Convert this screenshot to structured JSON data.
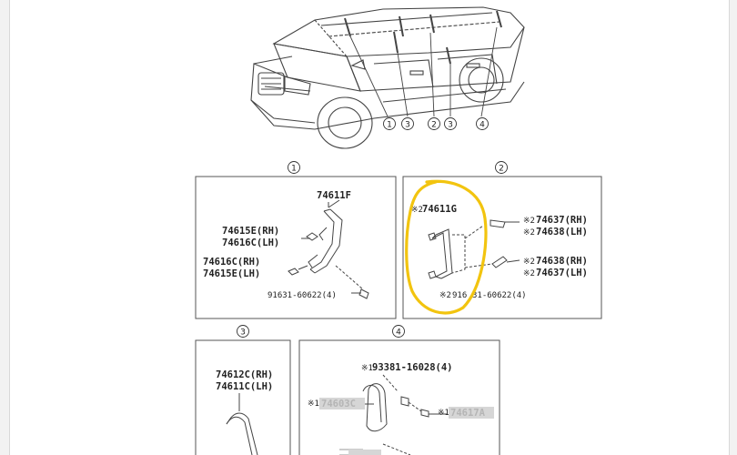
{
  "callouts": {
    "c1": "1",
    "c2": "2",
    "c3": "3",
    "c4": "4"
  },
  "panel1": {
    "p_74611F": "74611F",
    "p_74615E_RH": "74615E(RH)",
    "p_74616C_LH": "74616C(LH)",
    "p_74616C_RH": "74616C(RH)",
    "p_74615E_LH": "74615E(LH)",
    "p_91631": "91631-60622(4)"
  },
  "panel2": {
    "mark": "※2",
    "p_74611G": "74611G",
    "p_74637_RH": "74637(RH)",
    "p_74638_LH": "74638(LH)",
    "p_74638_RH": "74638(RH)",
    "p_74637_LH": "74637(LH)",
    "p_91631_prefix": "※2",
    "p_91631a": "916",
    "p_91631b": "31-60622(4)"
  },
  "panel3": {
    "p_74612C_RH": "74612C(RH)",
    "p_74611C_LH": "74611C(LH)"
  },
  "panel4": {
    "mark1": "※1",
    "p_93381": "93381-16028(4)",
    "p_74603": "74603C",
    "p_74617": "74617A"
  },
  "highlight_color": "#f2c40f"
}
